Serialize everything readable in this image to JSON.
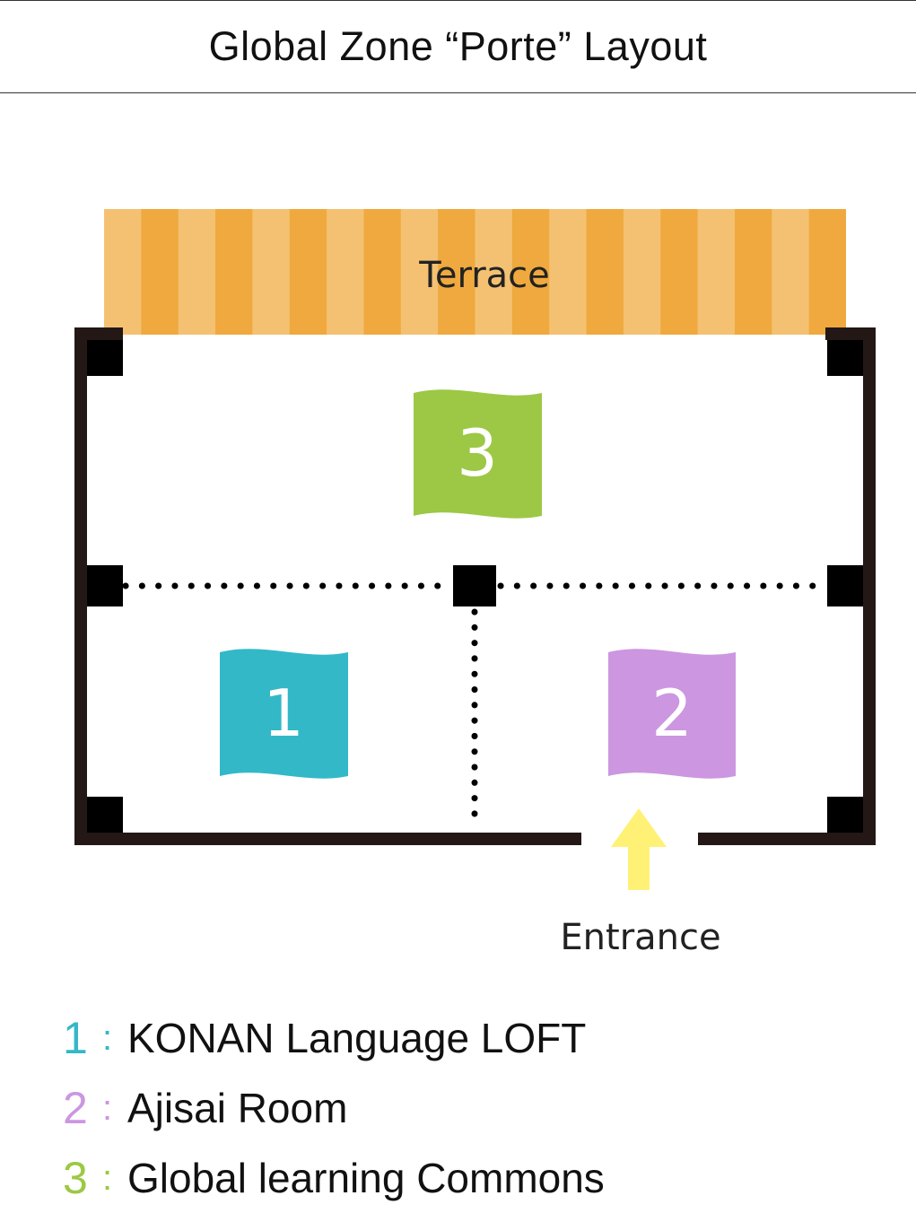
{
  "title": "Global Zone “Porte” Layout",
  "terrace_label": "Terrace",
  "entrance_label": "Entrance",
  "colors": {
    "terrace_light": "#f4c172",
    "terrace_dark": "#efa93e",
    "wall": "#231815",
    "zone1": "#33b8c8",
    "zone2": "#cc96e0",
    "zone3": "#9cc845",
    "arrow": "#fff176"
  },
  "zones": [
    {
      "number": "1",
      "name": "KONAN Language LOFT",
      "color": "#33b8c8"
    },
    {
      "number": "2",
      "name": "Ajisai Room",
      "color": "#cc96e0"
    },
    {
      "number": "3",
      "name": "Global learning Commons",
      "color": "#9cc845"
    }
  ],
  "legend_separator": ":"
}
